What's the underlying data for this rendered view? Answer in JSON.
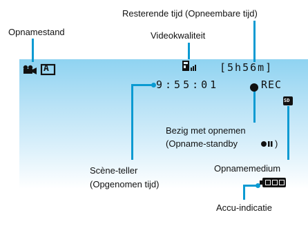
{
  "labels": {
    "remaining_time": "Resterende tijd (Opneembare tijd)",
    "shooting_mode": "Opnamestand",
    "video_quality": "Videokwaliteit",
    "recording_line1": "Bezig met opnemen",
    "recording_line2": "(Opname-standby",
    "recording_line2_end": ")",
    "scene_counter_line1": "Scène-teller",
    "scene_counter_line2": "(Opgenomen tijd)",
    "recording_media": "Opnamemedium",
    "battery": "Accu-indicatie"
  },
  "osd": {
    "remaining_time": "[5h56m]",
    "scene_counter": "9:55:01",
    "rec": "REC",
    "shooting_mode_letter": "A",
    "media_badge": "SD"
  },
  "colors": {
    "leader": "#0a9ad2",
    "screen_top": "#8fd3f1",
    "screen_bottom": "#ffffff",
    "osd": "#111111"
  },
  "icons": {
    "camera": "movie-camera-icon",
    "mode": "auto-mode-icon",
    "quality": "video-quality-icon",
    "media": "sd-card-icon",
    "battery": "battery-icon"
  }
}
